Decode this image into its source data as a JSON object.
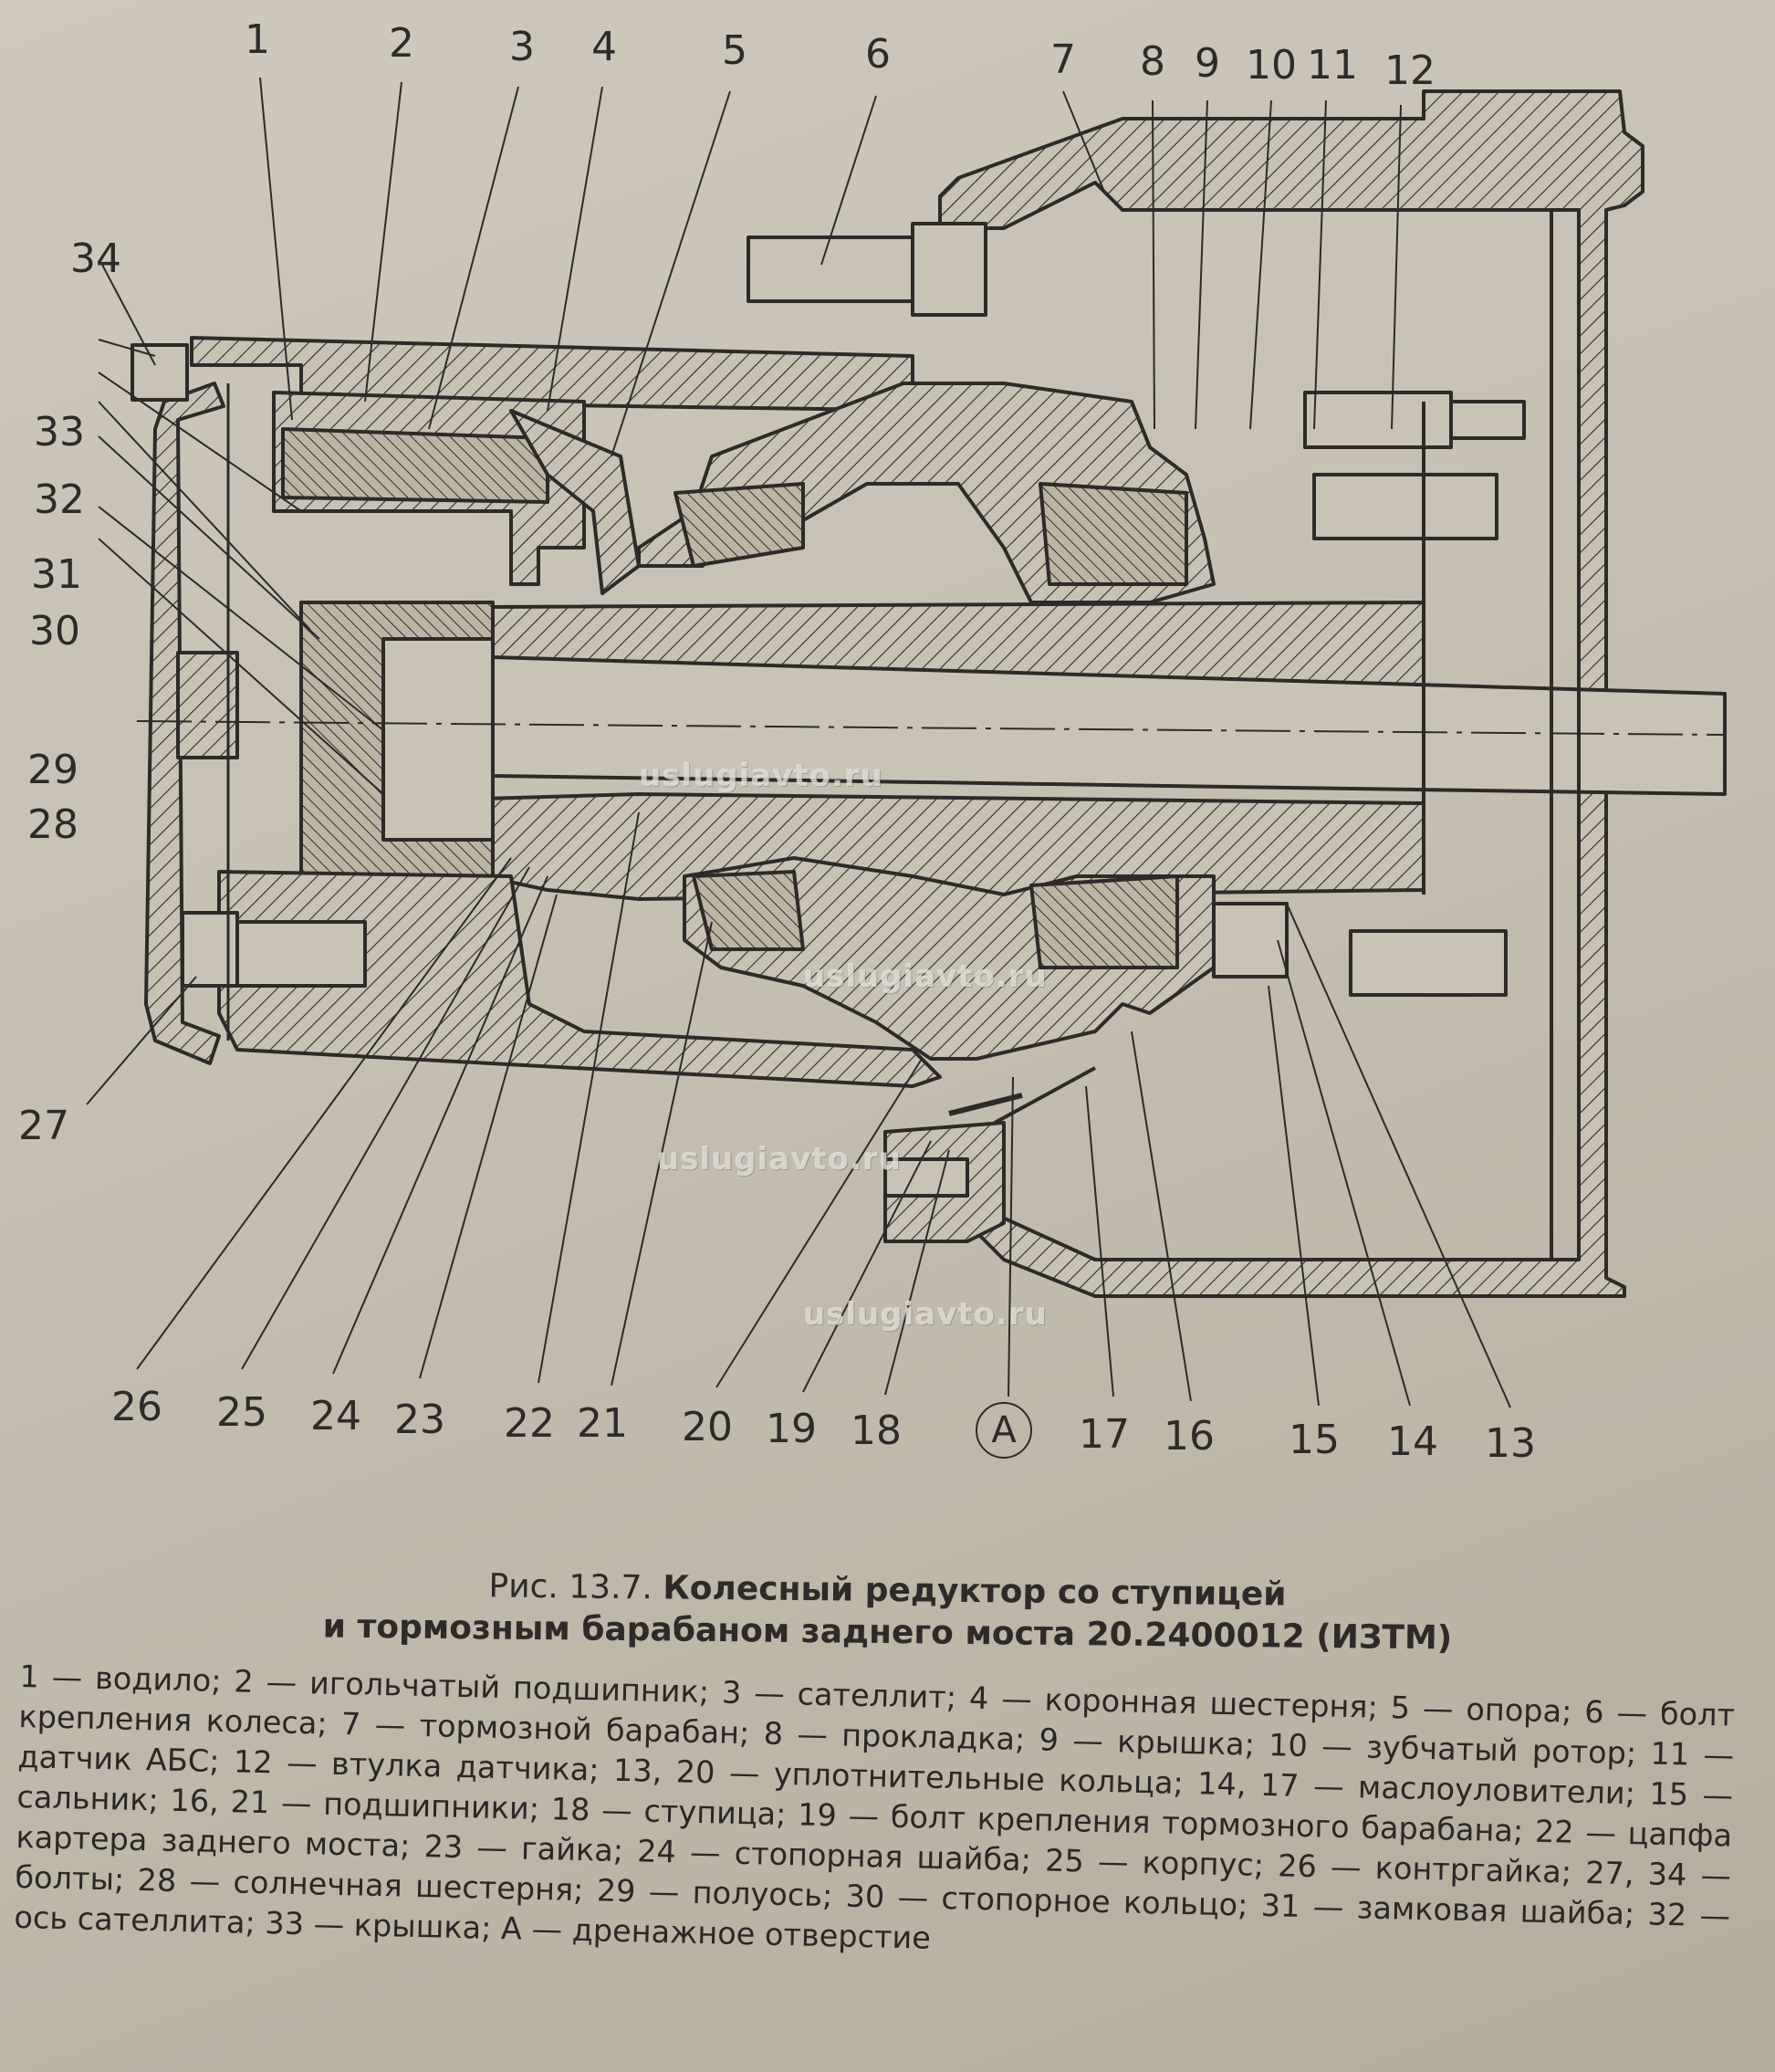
{
  "figure": {
    "callouts_top": [
      "1",
      "2",
      "3",
      "4",
      "5",
      "6",
      "7",
      "8",
      "9",
      "10",
      "11",
      "12"
    ],
    "callouts_left": [
      "34",
      "33",
      "32",
      "31",
      "30",
      "29",
      "28",
      "27"
    ],
    "callouts_bottom": [
      "26",
      "25",
      "24",
      "23",
      "22",
      "21",
      "20",
      "19",
      "18",
      "A",
      "17",
      "16",
      "15",
      "14",
      "13"
    ],
    "watermarks": [
      "uslugiavto.ru",
      "uslugiavto.ru",
      "uslugiavto.ru",
      "uslugiavto.ru"
    ],
    "colors": {
      "ink": "#2e2a27",
      "paper": "#c9c3b6"
    }
  },
  "caption": {
    "prefix": "Рис. 13.7.",
    "title_line1": "Колесный редуктор со ступицей",
    "title_line2": "и тормозным барабаном заднего моста 20.2400012 (ИЗТМ)"
  },
  "legend": {
    "text": "1 — водило; 2 — игольчатый подшипник; 3 — сателлит; 4 — коронная шестерня; 5 — опора; 6 — болт крепления колеса; 7 — тормозной барабан; 8 — прокладка; 9 — крышка; 10 — зубчатый ротор; 11 — датчик АБС; 12 — втулка датчика; 13, 20 — уплотнительные кольца; 14, 17 — маслоуловители; 15 — сальник; 16, 21 — подшипники; 18 — ступица; 19 — болт крепления тормозного барабана; 22 — цапфа картера заднего моста; 23 — гайка; 24 — стопорная шайба; 25 — корпус; 26 — контргайка; 27, 34 — болты; 28 — солнечная шестерня; 29 — полуось; 30 — стопорное кольцо; 31 — замковая шайба; 32 — ось сателлита; 33 — крышка; А — дренажное отверстие"
  }
}
